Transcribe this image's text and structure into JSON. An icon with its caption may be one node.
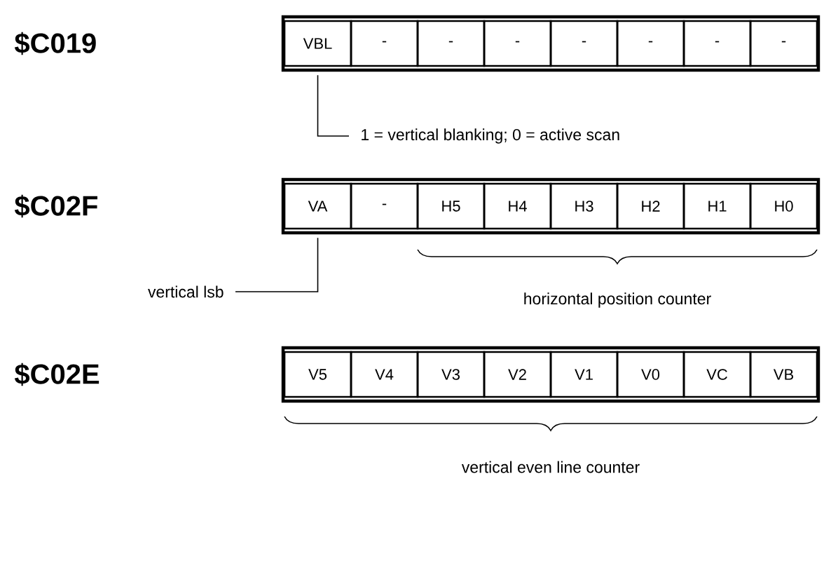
{
  "diagram": {
    "nodes": [
      {
        "text": [],
        "shape": "box"
      },
      {
        "text": [
          "VBL"
        ],
        "in": 0
      },
      {
        "text": [
          "-"
        ],
        "in": 0
      },
      {
        "text": [
          "-"
        ],
        "in": 0
      },
      {
        "text": [
          "-"
        ],
        "in": 0
      },
      {
        "text": [
          "-"
        ],
        "in": 0
      },
      {
        "text": [
          "-"
        ],
        "in": 0
      },
      {
        "text": [
          "-"
        ],
        "in": 0
      },
      {
        "text": [
          "-"
        ],
        "in": 0
      },
      {
        "text": [
          "1 = vertical blanking; 0 = active scan"
        ]
      },
      {
        "text": [],
        "shape": "box"
      },
      {
        "text": [
          "VA"
        ],
        "in": 10
      },
      {
        "text": [
          "-"
        ],
        "in": 10
      },
      {
        "text": [
          "H5"
        ],
        "in": 10
      },
      {
        "text": [
          "H4"
        ],
        "in": 10
      },
      {
        "text": [
          "H3"
        ],
        "in": 10
      },
      {
        "text": [
          "H2"
        ],
        "in": 10
      },
      {
        "text": [
          "H1"
        ],
        "in": 10
      },
      {
        "text": [
          "H0"
        ],
        "in": 10
      },
      {
        "text": [
          "vertical lsb"
        ]
      },
      {
        "text": [],
        "shape": "box"
      },
      {
        "text": [
          "V5"
        ],
        "in": 20
      },
      {
        "text": [
          "V4"
        ],
        "in": 20
      },
      {
        "text": [
          "V3"
        ],
        "in": 20
      },
      {
        "text": [
          "V2"
        ],
        "in": 20
      },
      {
        "text": [
          "V1"
        ],
        "in": 20
      },
      {
        "text": [
          "V0"
        ],
        "in": 20
      },
      {
        "text": [
          "VC"
        ],
        "in": 20
      },
      {
        "text": [
          "VB"
        ],
        "in": 20
      }
    ],
    "edges": [
      {
        "from": 9,
        "to": 1,
        "arrow": "none"
      },
      {
        "from": 19,
        "to": 11,
        "arrow": "none"
      }
    ],
    "labels": [
      "$C019",
      "$C02F",
      "horizontal position counter",
      "$C02E",
      "vertical even line counter"
    ]
  }
}
